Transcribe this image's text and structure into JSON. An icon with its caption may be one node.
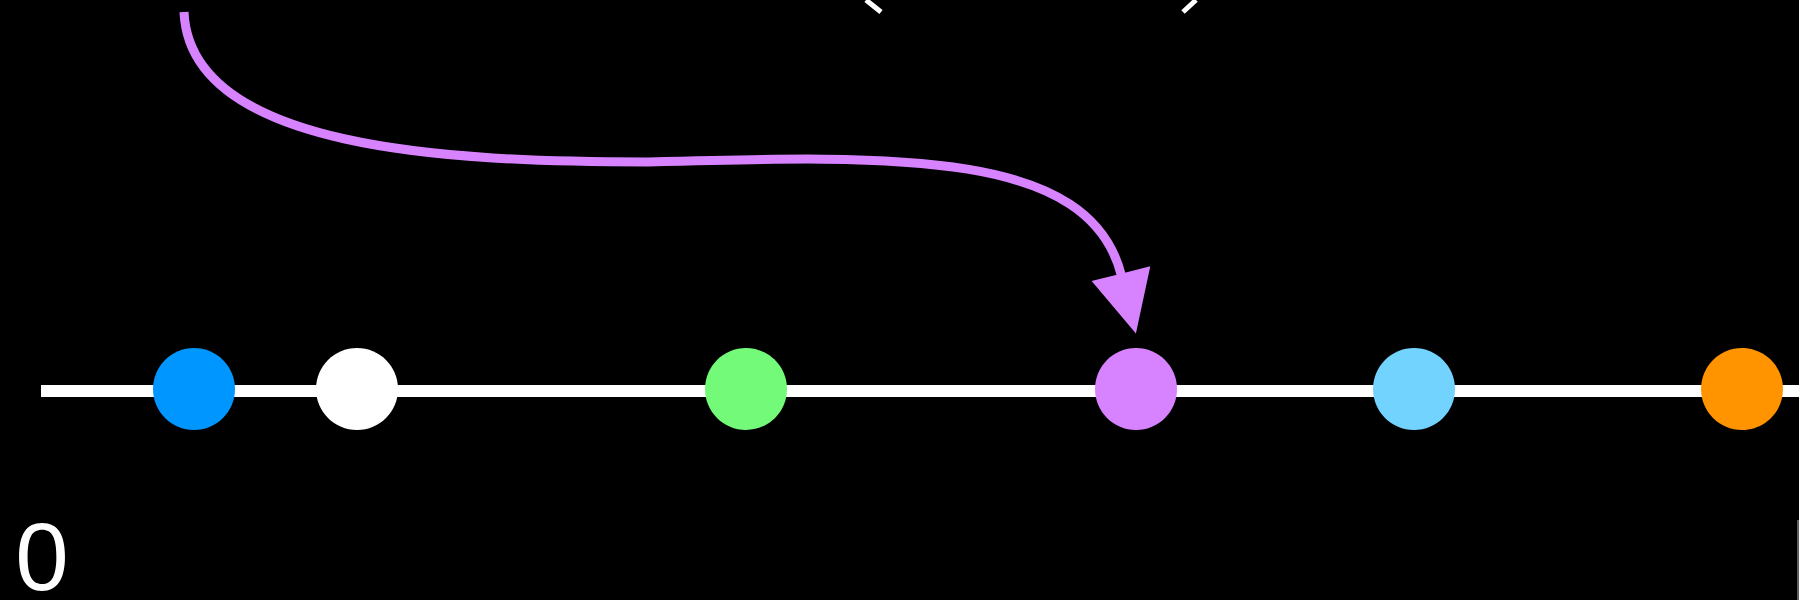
{
  "diagram": {
    "nodes": [
      {
        "text": [],
        "shape": "circle"
      },
      {
        "text": [],
        "shape": "circle"
      },
      {
        "text": [],
        "shape": "circle"
      },
      {
        "text": [],
        "shape": "circle"
      },
      {
        "text": [],
        "shape": "circle"
      },
      {
        "text": [],
        "shape": "circle"
      }
    ],
    "edges": [
      {
        "from": null,
        "to": 3,
        "arrow": "to",
        "color": "#d783ff"
      }
    ],
    "labels": [
      "0"
    ]
  }
}
